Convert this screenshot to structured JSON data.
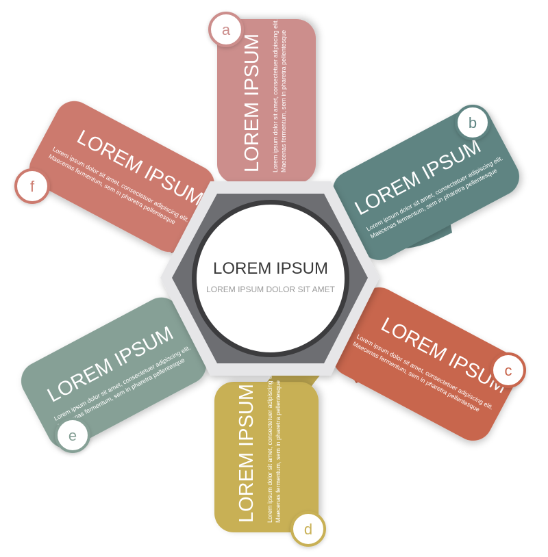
{
  "center": {
    "title": "LOREM IPSUM",
    "subtitle": "LOREM IPSUM DOLOR SIT AMET"
  },
  "petals": [
    {
      "letter": "a",
      "title": "LOREM IPSUM",
      "line1": "Lorem ipsum dolor sit amet, consectetuer adipiscing elit.",
      "line2": "Maecenas fermentum, sem in pharetra pellentesque",
      "color": "#cc8e8c"
    },
    {
      "letter": "b",
      "title": "LOREM IPSUM",
      "line1": "Lorem ipsum dolor sit amet, consectetuer adipiscing elit.",
      "line2": "Maecenas fermentum, sem in pharetra pellentesque",
      "color": "#5e8482"
    },
    {
      "letter": "c",
      "title": "LOREM IPSUM",
      "line1": "Lorem ipsum dolor sit amet, consectetuer adipiscing elit.",
      "line2": "Maecenas fermentum, sem in pharetra pellentesque",
      "color": "#c8664d"
    },
    {
      "letter": "d",
      "title": "LOREM IPSUM",
      "line1": "Lorem ipsum dolor sit amet, consectetuer adipiscing elit.",
      "line2": "Maecenas fermentum, sem in pharetra pellentesque",
      "color": "#c8b055"
    },
    {
      "letter": "e",
      "title": "LOREM IPSUM",
      "line1": "Lorem ipsum dolor sit amet, consectetuer adipiscing elit.",
      "line2": "Maecenas fermentum, sem in pharetra pellentesque",
      "color": "#86a096"
    },
    {
      "letter": "f",
      "title": "LOREM IPSUM",
      "line1": "Lorem ipsum dolor sit amet, consectetuer adipiscing elit.",
      "line2": "Maecenas fermentum, sem in pharetra pellentesque",
      "color": "#cc7a6e"
    }
  ],
  "colors": {
    "hexagon_outer": "#e6e6e8",
    "hexagon_inner": "#6d6e72",
    "circle_ring": "#3c3c3e",
    "circle_fill": "#ffffff"
  }
}
